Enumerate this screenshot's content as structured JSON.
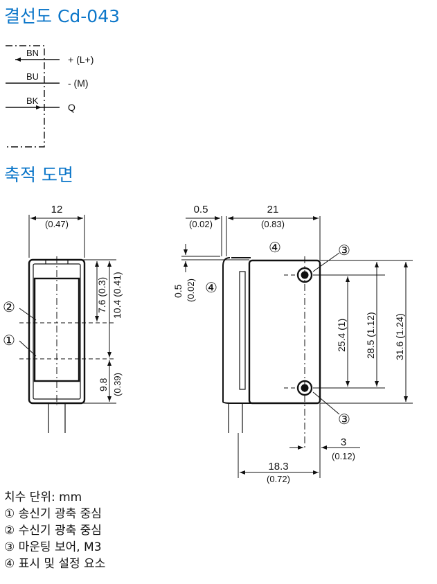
{
  "headings": {
    "wiring": "결선도 Cd-043",
    "dimensions": "축적 도면"
  },
  "wiring": {
    "wires": [
      {
        "code": "BN",
        "signal": "+ (L+)"
      },
      {
        "code": "BU",
        "signal": "- (M)"
      },
      {
        "code": "BK",
        "signal": "Q"
      }
    ]
  },
  "front_view": {
    "width_mm": "12",
    "width_in": "(0.47)",
    "dim_a": "7.6 (0.3)",
    "dim_b": "10.4 (0.41)",
    "dim_c_mm": "9.8",
    "dim_c_in": "(0.39)",
    "marker_2": "②",
    "marker_1": "①"
  },
  "side_view": {
    "gap_mm": "0.5",
    "gap_in": "(0.02)",
    "body_mm": "21",
    "body_in": "(0.83)",
    "vert_gap_mm": "0.5",
    "vert_gap_in": "(0.02)",
    "hole_pitch": "25.4 (1)",
    "height_a": "28.5 (1.12)",
    "height_b": "31.6 (1.24)",
    "hole_offset_mm": "3",
    "hole_offset_in": "(0.12)",
    "base_mm": "18.3",
    "base_in": "(0.72)",
    "marker_4": "④",
    "marker_3": "③"
  },
  "notes": [
    "치수 단위: mm",
    "① 송신기 광축 중심",
    "② 수신기 광축 중심",
    "③ 마운팅 보어, M3",
    "④ 표시 및 설정 요소"
  ]
}
